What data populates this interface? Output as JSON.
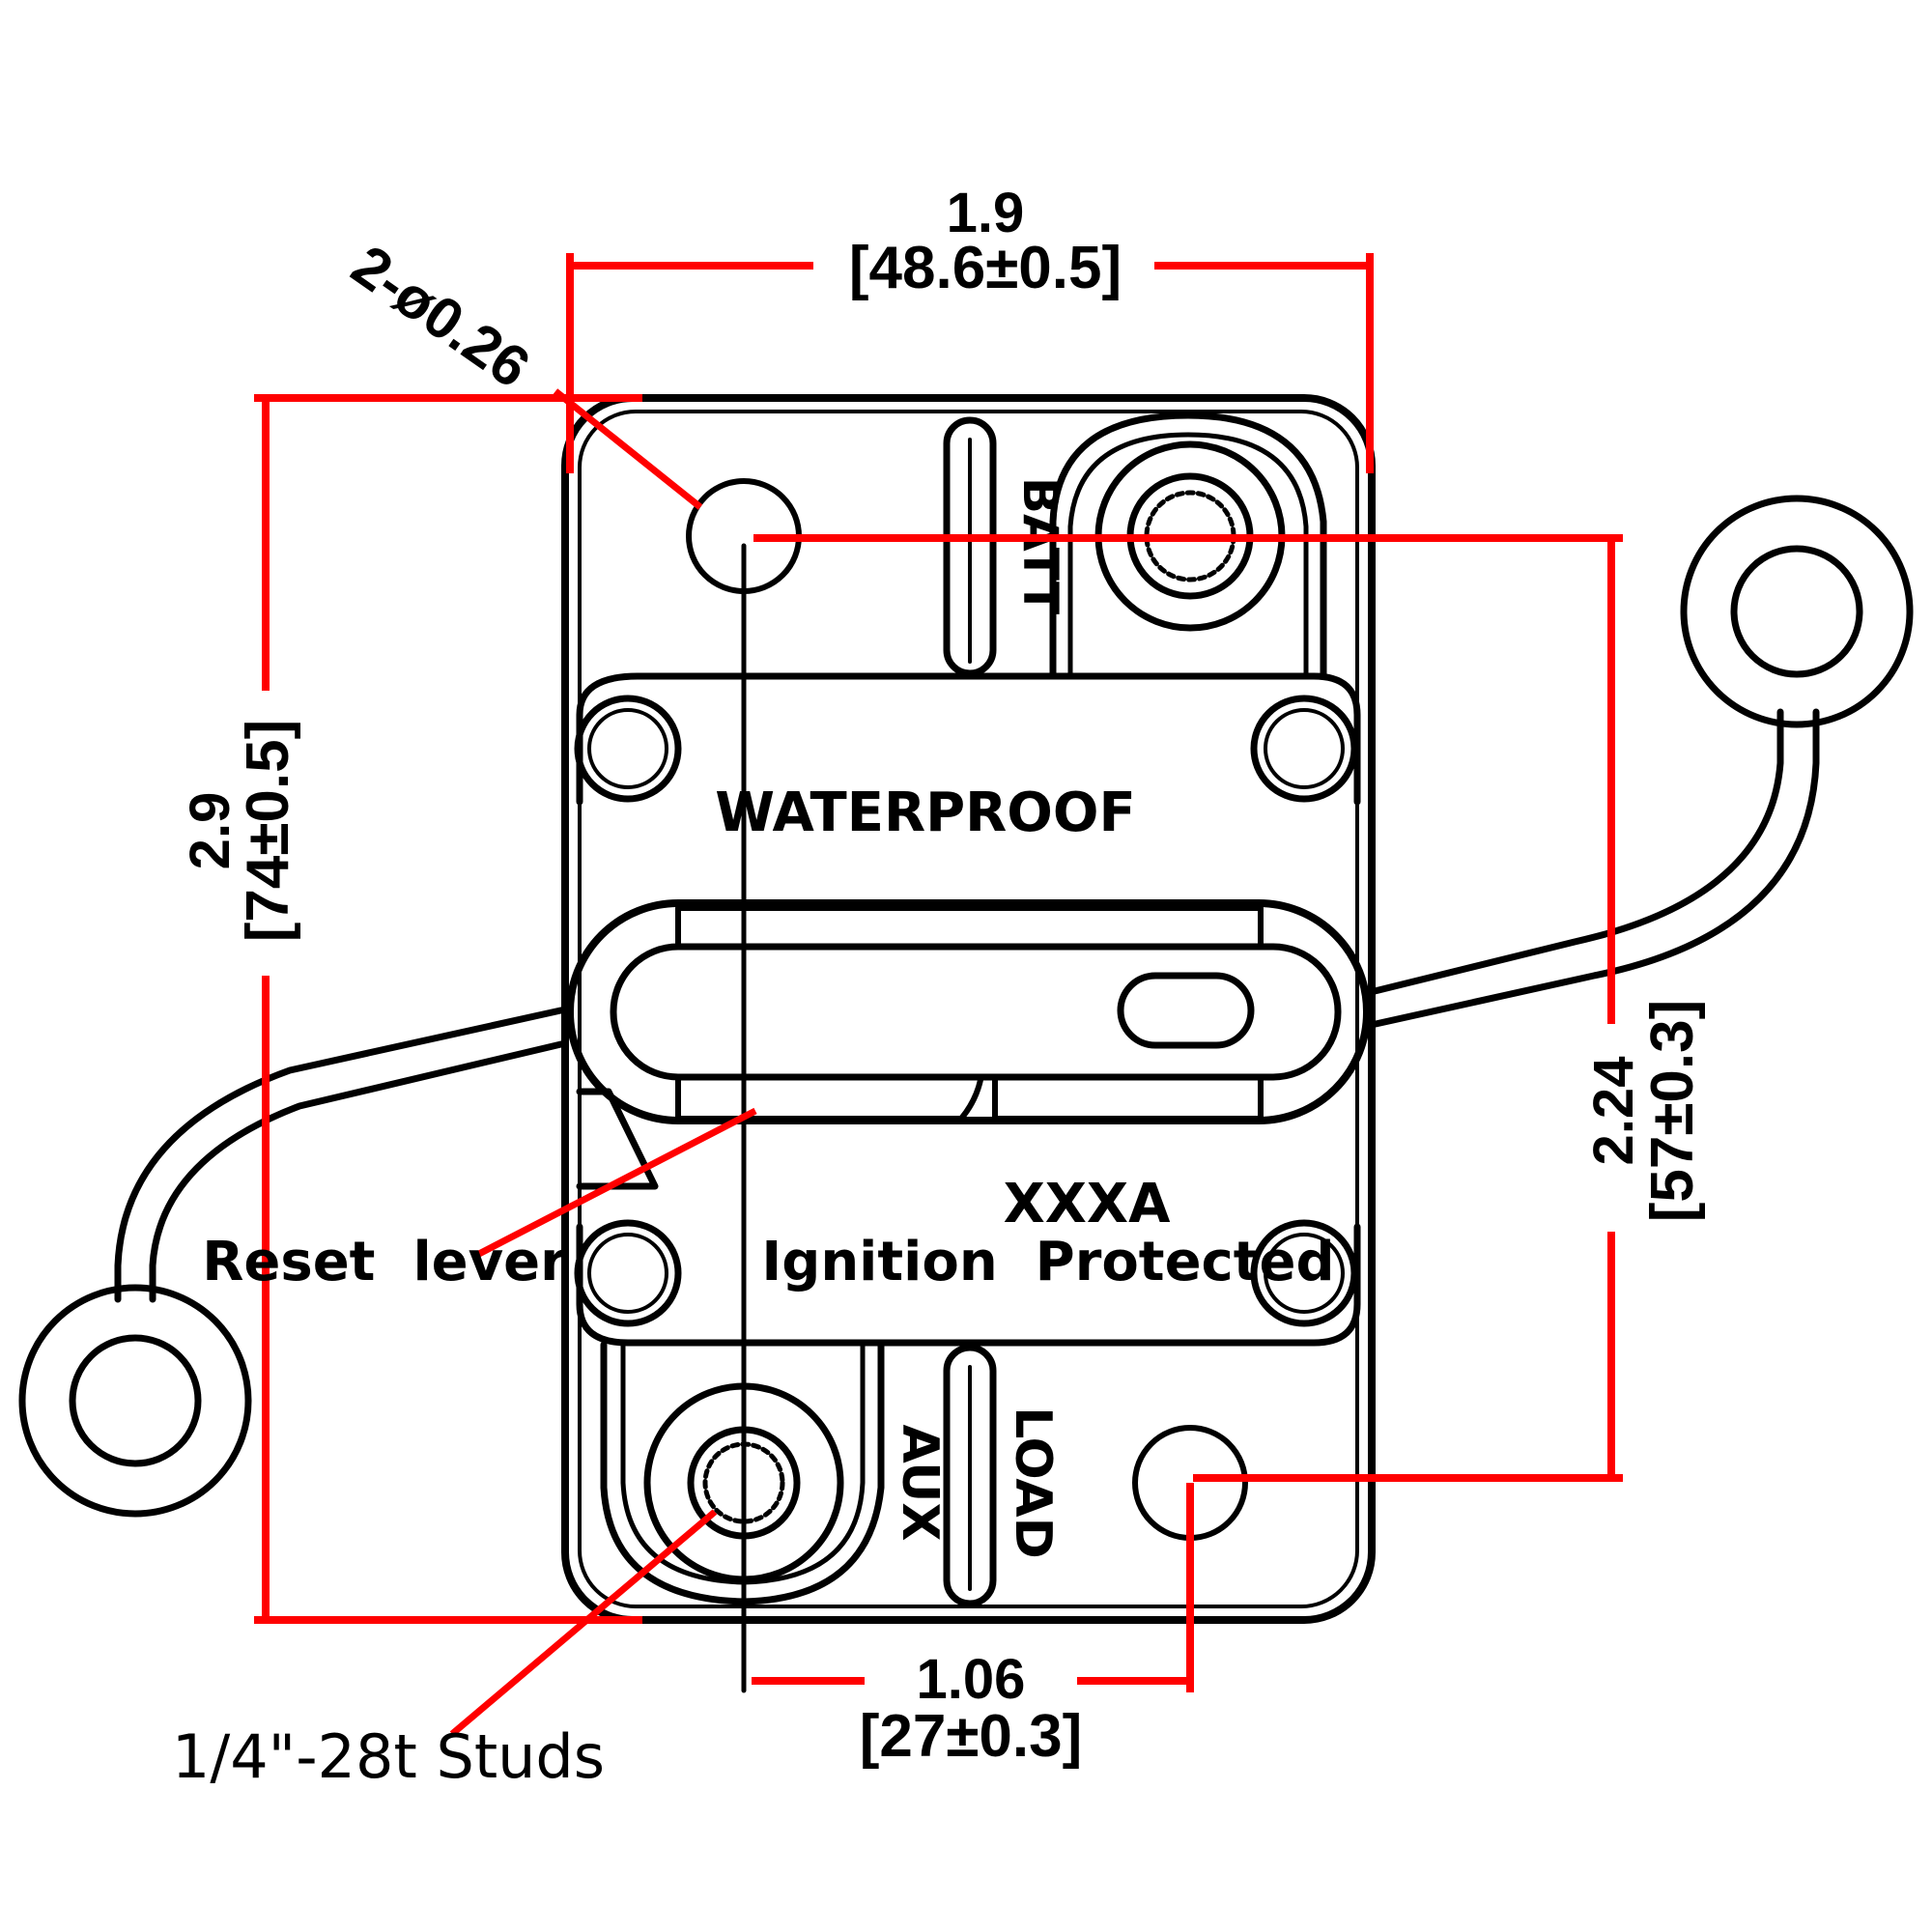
{
  "dimensions": {
    "width": {
      "inch": "1.9",
      "mm": "[48.6±0.5]"
    },
    "height": {
      "inch": "2.9",
      "mm": "[74±0.5]"
    },
    "stud_vertical": {
      "inch": "2.24",
      "mm": "[57±0.3]"
    },
    "stud_horizontal": {
      "inch": "1.06",
      "mm": "[27±0.3]"
    },
    "hole": "2-ø0.26"
  },
  "labels": {
    "waterproof": "WATERPROOF",
    "rating": "XXXA",
    "ignition": "Ignition  Protected",
    "reset_lever": "Reset  lever",
    "studs": "1/4\"-28t Studs",
    "batt": "BATT",
    "aux": "AUX",
    "load": "LOAD"
  },
  "colors": {
    "dimension_lines": "#ff0000",
    "outline": "#000000",
    "background": "#ffffff"
  }
}
